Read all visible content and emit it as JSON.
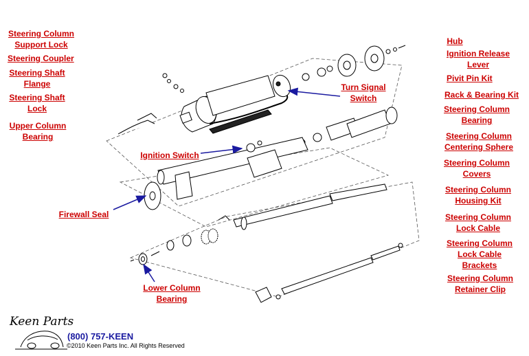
{
  "left_links": [
    {
      "id": "support-lock",
      "lines": [
        "Steering Column",
        "Support Lock"
      ]
    },
    {
      "id": "coupler",
      "lines": [
        "Steering Coupler"
      ]
    },
    {
      "id": "shaft-flange",
      "lines": [
        "Steering Shaft",
        "Flange"
      ]
    },
    {
      "id": "shaft-lock",
      "lines": [
        "Steering Shaft",
        "Lock"
      ]
    },
    {
      "id": "upper-bearing",
      "lines": [
        "Upper Column",
        "Bearing"
      ]
    }
  ],
  "right_links": [
    {
      "id": "hub",
      "lines": [
        "Hub"
      ]
    },
    {
      "id": "ignition-release",
      "lines": [
        "Ignition Release",
        "Lever"
      ]
    },
    {
      "id": "pivit-pin",
      "lines": [
        "Pivit Pin Kit"
      ]
    },
    {
      "id": "rack-bearing",
      "lines": [
        "Rack & Bearing Kit"
      ]
    },
    {
      "id": "column-bearing",
      "lines": [
        "Steering Column",
        "Bearing"
      ]
    },
    {
      "id": "centering-sphere",
      "lines": [
        "Steering Column",
        "Centering Sphere"
      ]
    },
    {
      "id": "covers",
      "lines": [
        "Steering Column",
        "Covers"
      ]
    },
    {
      "id": "housing-kit",
      "lines": [
        "Steering Column",
        "Housing Kit"
      ]
    },
    {
      "id": "lock-cable",
      "lines": [
        "Steering Column",
        "Lock Cable"
      ]
    },
    {
      "id": "lock-cable-brackets",
      "lines": [
        "Steering Column",
        "Lock Cable",
        "Brackets"
      ]
    },
    {
      "id": "retainer-clip",
      "lines": [
        "Steering Column",
        "Retainer Clip"
      ]
    }
  ],
  "callouts": {
    "turn_signal": [
      "Turn Signal",
      "Switch"
    ],
    "ignition_switch": "Ignition Switch",
    "firewall_seal": "Firewall Seal",
    "lower_bearing": [
      "Lower Column",
      "Bearing"
    ]
  },
  "footer": {
    "phone": "(800) 757-KEEN",
    "copyright": "©2010 Keen Parts Inc. All Rights Reserved",
    "logo": "Keen Parts"
  },
  "colors": {
    "link": "#cc0000",
    "arrow": "#1a1aa0",
    "line": "#000000"
  }
}
